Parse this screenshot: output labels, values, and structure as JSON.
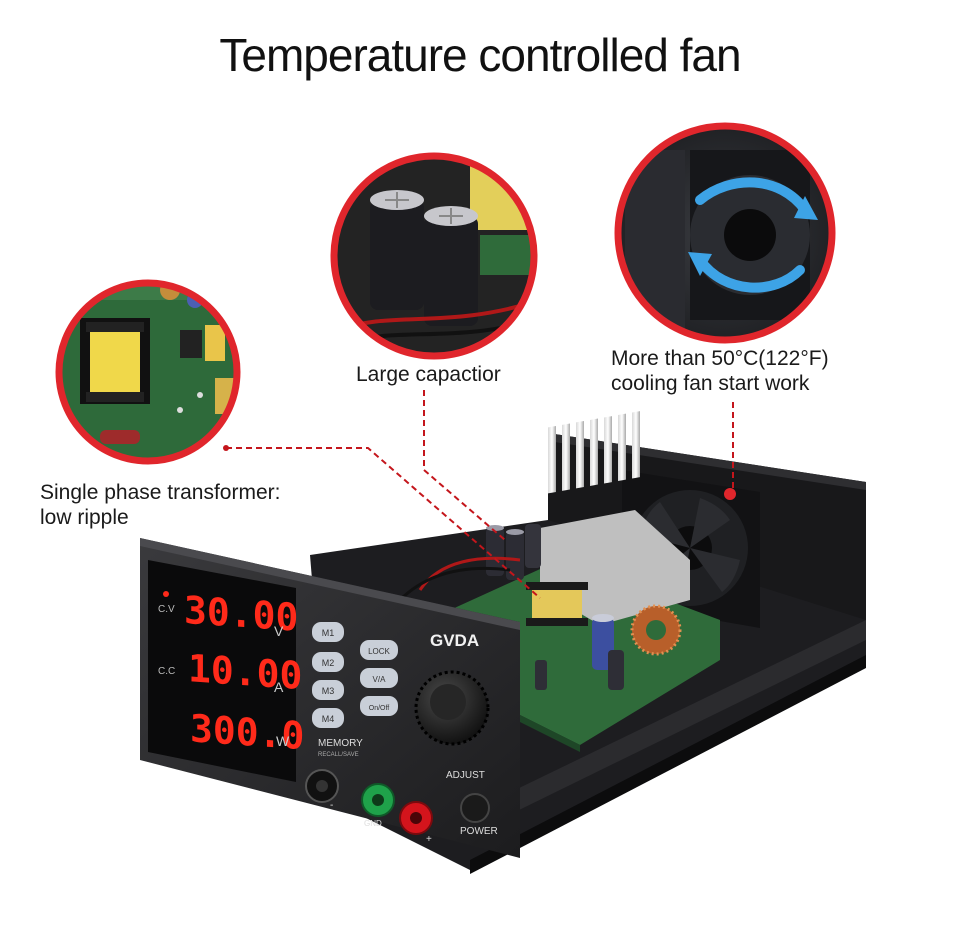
{
  "title": "Temperature controlled fan",
  "callouts": {
    "transformer": {
      "line1": "Single phase transformer:",
      "line2": "low ripple"
    },
    "capacitor": {
      "label": "Large capactior"
    },
    "fan": {
      "line1": "More than 50°C(122°F)",
      "line2": "cooling fan start work"
    }
  },
  "device": {
    "brand": "GVDA",
    "display": {
      "voltage": {
        "indicator": "C.V",
        "value": "30.00",
        "unit": "V"
      },
      "current": {
        "indicator": "C.C",
        "value": "10.00",
        "unit": "A"
      },
      "power": {
        "value": "300.0",
        "unit": "W"
      }
    },
    "memory_buttons": [
      "M1",
      "M2",
      "M3",
      "M4"
    ],
    "function_buttons": [
      "LOCK",
      "V/A",
      "On/Off"
    ],
    "memory_label": "MEMORY",
    "memory_sublabel": "RECALL/SAVE",
    "adjust_label": "ADJUST",
    "power_label": "POWER",
    "gnd_label": "GND",
    "plus_label": "+",
    "minus_label": "-"
  },
  "colors": {
    "callout_ring": "#e0262c",
    "leader_line": "#c4161c",
    "display_digits": "#ff2a1a",
    "gnd_terminal": "#1fa24a",
    "plus_terminal": "#d4141c",
    "chassis": "#1b1b1d",
    "pcb": "#2f6b3a"
  },
  "icons": [
    "fan-icon",
    "capacitor-icon",
    "transformer-icon",
    "knob-icon"
  ]
}
